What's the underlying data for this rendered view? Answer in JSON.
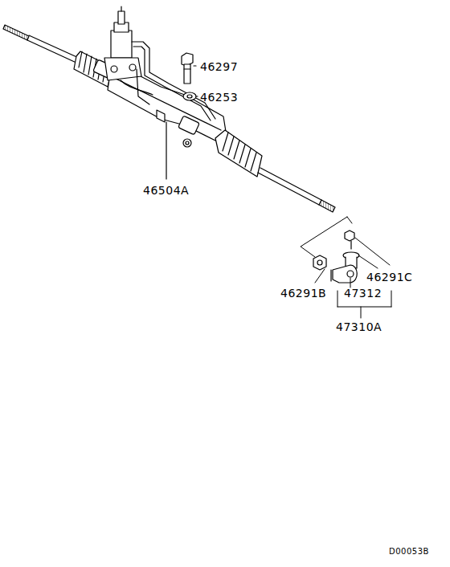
{
  "diagram": {
    "labels": [
      "46297",
      "46253",
      "46504A",
      "46291C",
      "46291B",
      "47312",
      "47310A",
      "D00053B"
    ]
  }
}
